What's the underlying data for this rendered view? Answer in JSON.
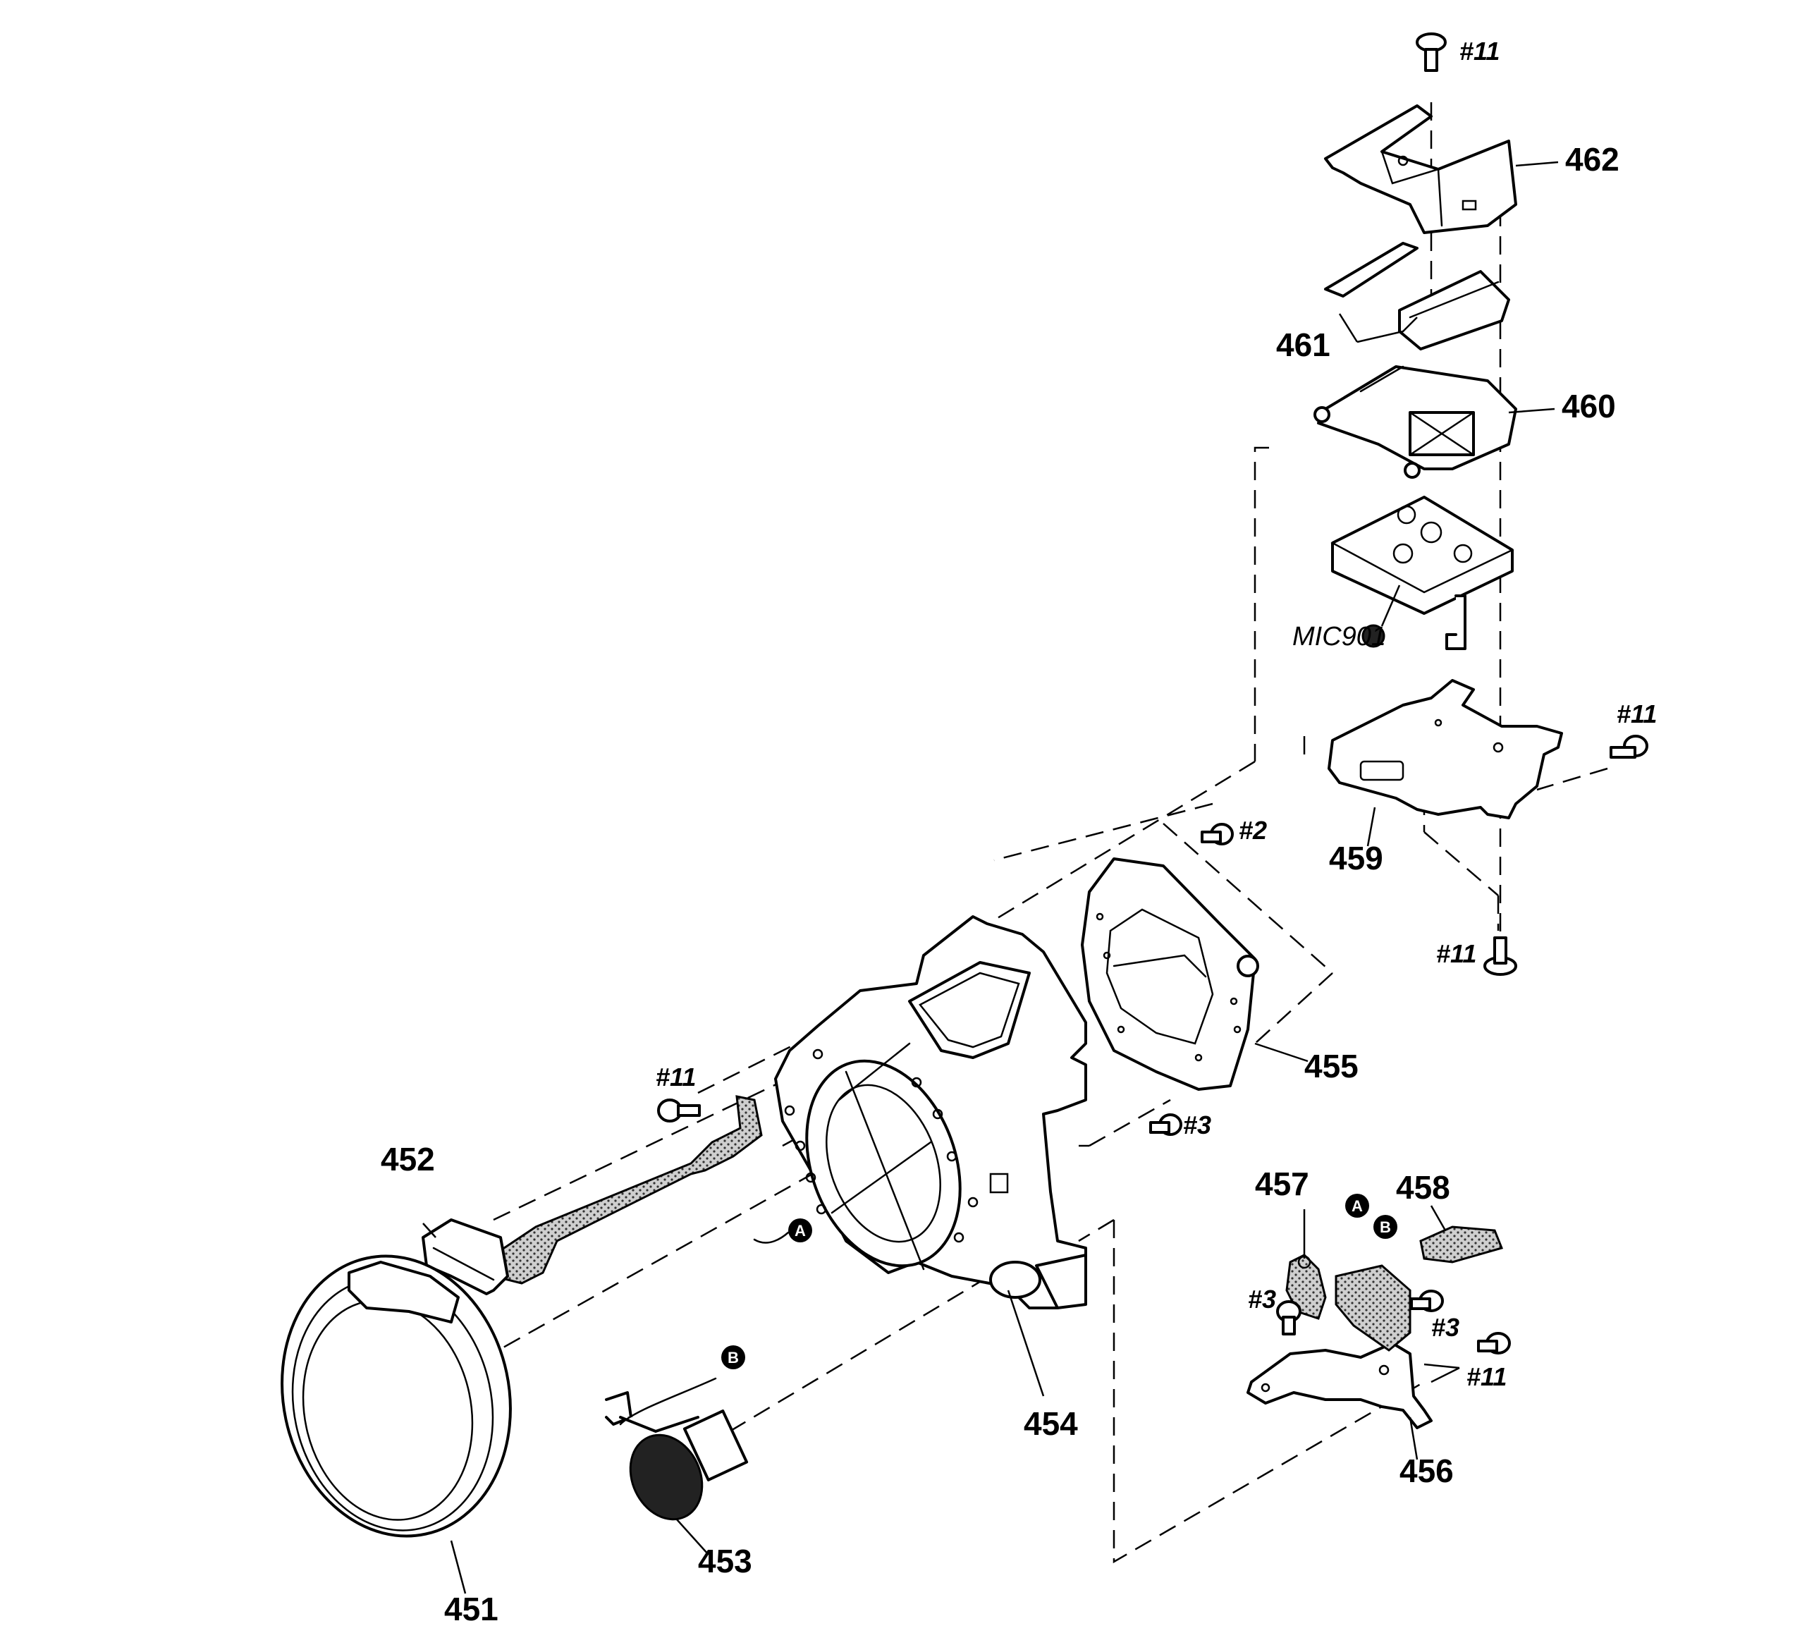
{
  "labels": {
    "p451": "451",
    "p452": "452",
    "p453": "453",
    "p454": "454",
    "p455": "455",
    "p456": "456",
    "p457": "457",
    "p458": "458",
    "p459": "459",
    "p460": "460",
    "p461": "461",
    "p462": "462",
    "mic": "MIC901"
  },
  "screws": {
    "s11": "#11",
    "s2": "#2",
    "s3": "#3"
  },
  "connectors": {
    "a": "A",
    "b": "B"
  }
}
